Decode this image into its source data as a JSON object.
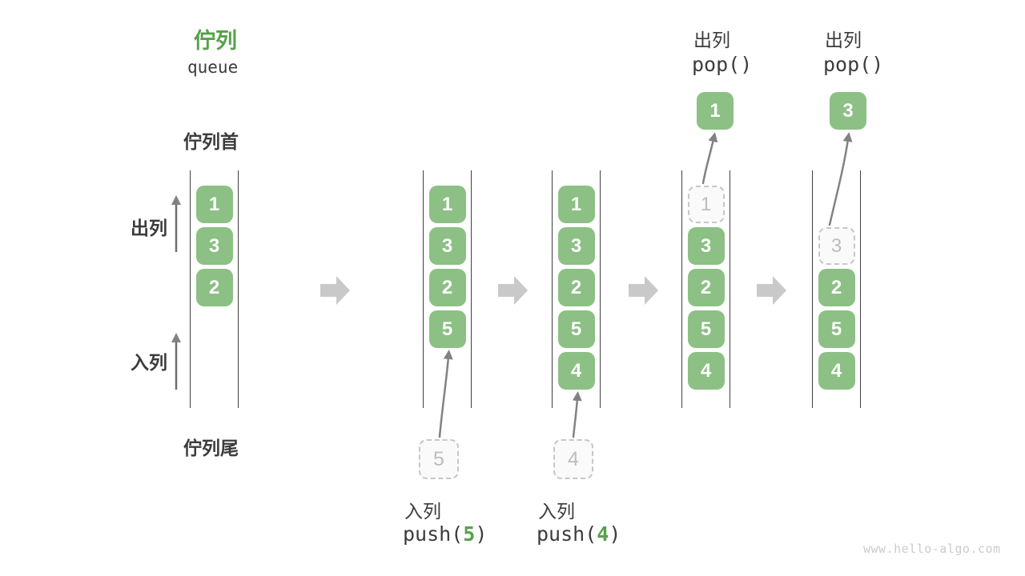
{
  "title": {
    "zh": "佇列",
    "en": "queue"
  },
  "side_labels": {
    "front": "佇列首",
    "rear": "佇列尾",
    "dequeue": "出列",
    "enqueue": "入列"
  },
  "queues": [
    {
      "cells": [
        {
          "value": "1"
        },
        {
          "value": "3"
        },
        {
          "value": "2"
        }
      ]
    },
    {
      "cells": [
        {
          "value": "1"
        },
        {
          "value": "3"
        },
        {
          "value": "2"
        },
        {
          "value": "5"
        }
      ]
    },
    {
      "cells": [
        {
          "value": "1"
        },
        {
          "value": "3"
        },
        {
          "value": "2"
        },
        {
          "value": "5"
        },
        {
          "value": "4"
        }
      ]
    },
    {
      "cells": [
        {
          "value": "1",
          "ghost": true
        },
        {
          "value": "3"
        },
        {
          "value": "2"
        },
        {
          "value": "5"
        },
        {
          "value": "4"
        }
      ]
    },
    {
      "cells": [
        {
          "value": "3",
          "ghost": true
        },
        {
          "value": "2"
        },
        {
          "value": "5"
        },
        {
          "value": "4"
        }
      ]
    }
  ],
  "operations": {
    "push5": {
      "label": "入列",
      "call_open": "push(",
      "arg": "5",
      "call_close": ")",
      "staged_value": "5"
    },
    "push4": {
      "label": "入列",
      "call_open": "push(",
      "arg": "4",
      "call_close": ")",
      "staged_value": "4"
    },
    "pop1": {
      "label": "出列",
      "call": "pop()",
      "popped_value": "1"
    },
    "pop2": {
      "label": "出列",
      "call": "pop()",
      "popped_value": "3"
    }
  },
  "watermark": "www.hello-algo.com",
  "colors": {
    "element_green": "#8cc084",
    "title_green": "#55a24a",
    "wall_dark": "#414141",
    "thin_arrow_gray": "#828282",
    "block_arrow_gray": "#c9c9c9",
    "ghost_gray": "#c6c6c6",
    "watermark_gray": "#cbcbcb"
  }
}
